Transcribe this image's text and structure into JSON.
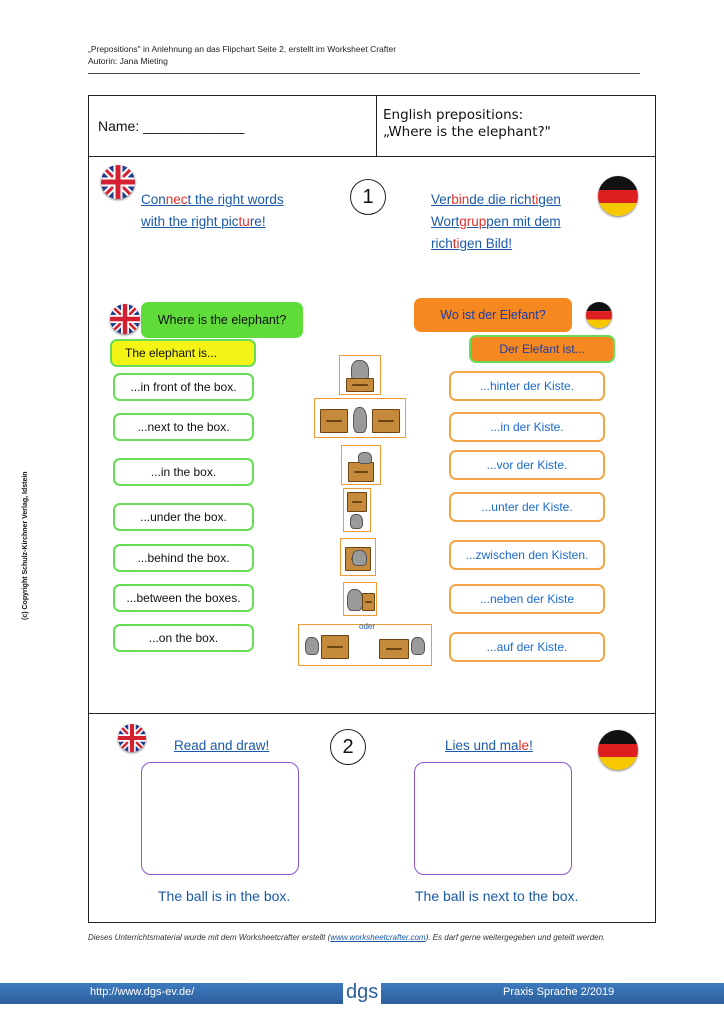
{
  "header": {
    "line1": "„Prepositions\" in Anlehnung an das Flipchart Seite 2, erstellt im Worksheet Crafter",
    "line2": "Autorin: Jana Mieting"
  },
  "title_box": {
    "name_label": "Name: _____________",
    "title_line1": "English prepositions:",
    "title_line2": "„Where is the elephant?\""
  },
  "task1": {
    "number": "1",
    "en_instr": {
      "l1a": "Con",
      "l1b": "nec",
      "l1c": "t the right words",
      "l2a": "with the right pic",
      "l2b": "tu",
      "l2c": "re!"
    },
    "de_instr": {
      "l1a": "Ver",
      "l1b": "bin",
      "l1c": "de die rich",
      "l1d": "ti",
      "l1e": "gen",
      "l2a": "Wort",
      "l2b": "grup",
      "l2c": "pen mit dem",
      "l3a": "rich",
      "l3b": "ti",
      "l3c": "gen Bild!"
    },
    "en_question": "Where is the elephant?",
    "de_question": "Wo ist der Elefant?",
    "en_stem": "The elephant is...",
    "de_stem": "Der Elefant ist...",
    "en_phrases": [
      "...in front of the box.",
      "...next to the box.",
      "...in the box.",
      "...under the box.",
      "...behind the box.",
      "...between the boxes.",
      "...on the box."
    ],
    "de_phrases": [
      "...hinter der Kiste.",
      "...in der Kiste.",
      "...vor der Kiste.",
      "...unter der Kiste.",
      "...zwischen den Kisten.",
      "...neben der Kiste",
      "...auf der Kiste."
    ],
    "oder": "oder"
  },
  "task2": {
    "number": "2",
    "en_title": "Read and draw!",
    "de_title_a": "Lies und ma",
    "de_title_b": "le",
    "de_title_c": "!",
    "caption_left": "The ball is in the box.",
    "caption_right": "The ball is next to the box."
  },
  "footer_note": {
    "text_before": "Dieses Unterrichtsmaterial wurde mit dem Worksheetcrafter erstellt (",
    "link": "www.worksheetcrafter.com",
    "text_after": "). Es darf gerne weitergegeben und geteilt werden."
  },
  "side_copyright": "(c) Copyright Schulz-Kirchner Verlag, Idstein",
  "bottom_bar": {
    "url": "http://www.dgs-ev.de/",
    "logo": "dgs",
    "issue": "Praxis Sprache 2/2019"
  },
  "colors": {
    "green": "#66dd55",
    "orange": "#f3a646",
    "yellow": "#f4f417",
    "blue_text": "#1a5aa8",
    "red_accent": "#e0302a"
  }
}
